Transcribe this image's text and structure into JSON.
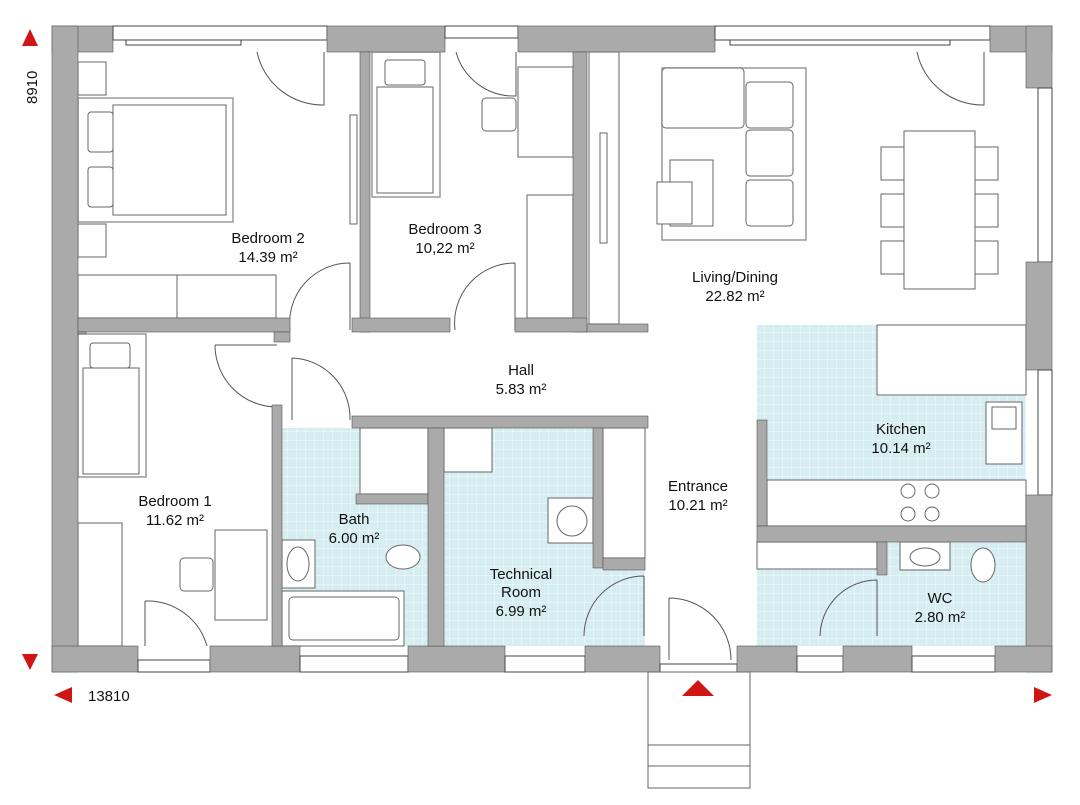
{
  "dimensions": {
    "height": "8910",
    "width": "13810"
  },
  "rooms": [
    {
      "name": "Bedroom 2",
      "area": "14.39 m²"
    },
    {
      "name": "Bedroom 3",
      "area": "10,22 m²"
    },
    {
      "name": "Living/Dining",
      "area": "22.82 m²"
    },
    {
      "name": "Hall",
      "area": "5.83 m²"
    },
    {
      "name": "Kitchen",
      "area": "10.14 m²"
    },
    {
      "name": "Bedroom 1",
      "area": "11.62 m²"
    },
    {
      "name": "Bath",
      "area": "6.00 m²"
    },
    {
      "name": "Technical",
      "name2": "Room",
      "area": "6.99 m²"
    },
    {
      "name": "Entrance",
      "area": "10.21 m²"
    },
    {
      "name": "WC",
      "area": "2.80 m²"
    }
  ],
  "colors": {
    "wall": "#aaaaaa",
    "tile": "#d6edf2",
    "arrow": "#d01515"
  }
}
